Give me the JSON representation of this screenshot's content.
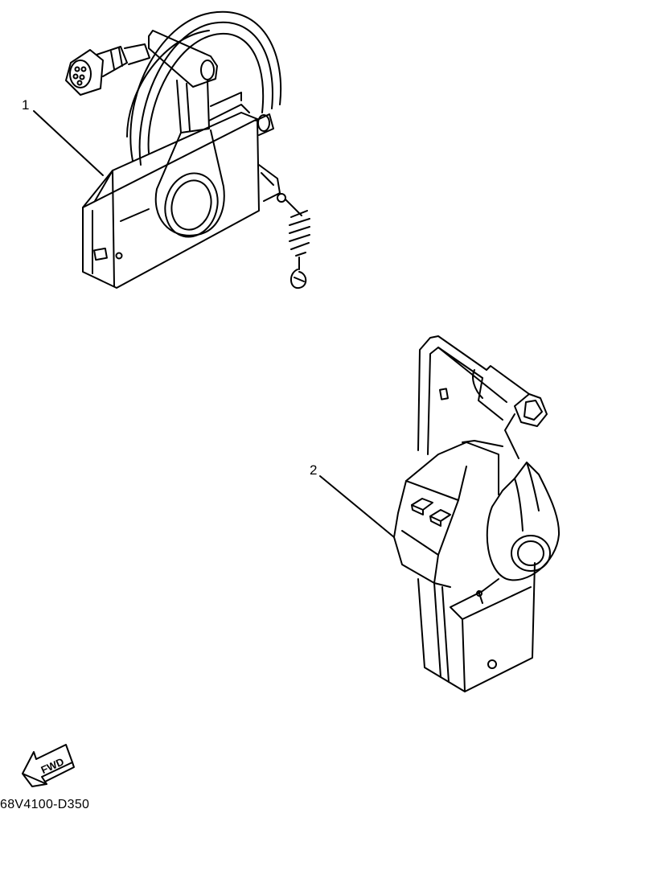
{
  "callouts": [
    {
      "label": "1"
    },
    {
      "label": "2"
    }
  ],
  "fwd_arrow": {
    "label": "FWD"
  },
  "part_code": "68V4100-D350",
  "colors": {
    "line": "#000000",
    "background": "#ffffff"
  }
}
